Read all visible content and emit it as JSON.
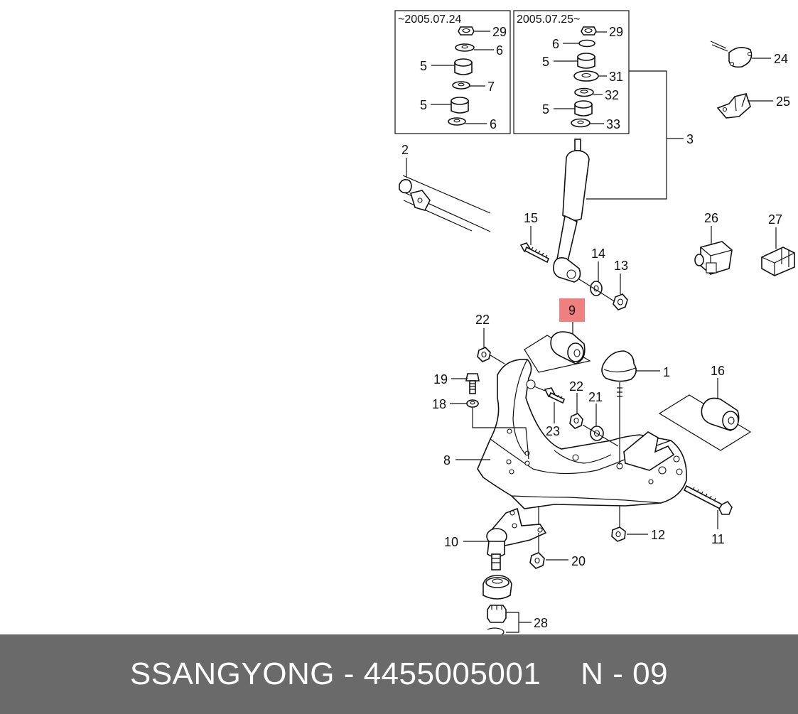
{
  "inset_left": {
    "title": "~2005.07.24",
    "labels": [
      "29",
      "6",
      "5",
      "7",
      "5",
      "6"
    ]
  },
  "inset_right": {
    "title": "2005.07.25~",
    "labels": [
      "29",
      "6",
      "5",
      "31",
      "32",
      "5",
      "33"
    ]
  },
  "callouts": {
    "c1": "1",
    "c2": "2",
    "c3": "3",
    "c8": "8",
    "c9": "9",
    "c10": "10",
    "c11": "11",
    "c12": "12",
    "c13": "13",
    "c14": "14",
    "c15": "15",
    "c16": "16",
    "c18": "18",
    "c19": "19",
    "c20": "20",
    "c21": "21",
    "c22a": "22",
    "c22b": "22",
    "c23": "23",
    "c24": "24",
    "c25": "25",
    "c26": "26",
    "c27": "27",
    "c28": "28"
  },
  "highlight_color": "#f08080",
  "footer": {
    "brand_part": "SSANGYONG - 4455005001",
    "code": "N - 09"
  }
}
